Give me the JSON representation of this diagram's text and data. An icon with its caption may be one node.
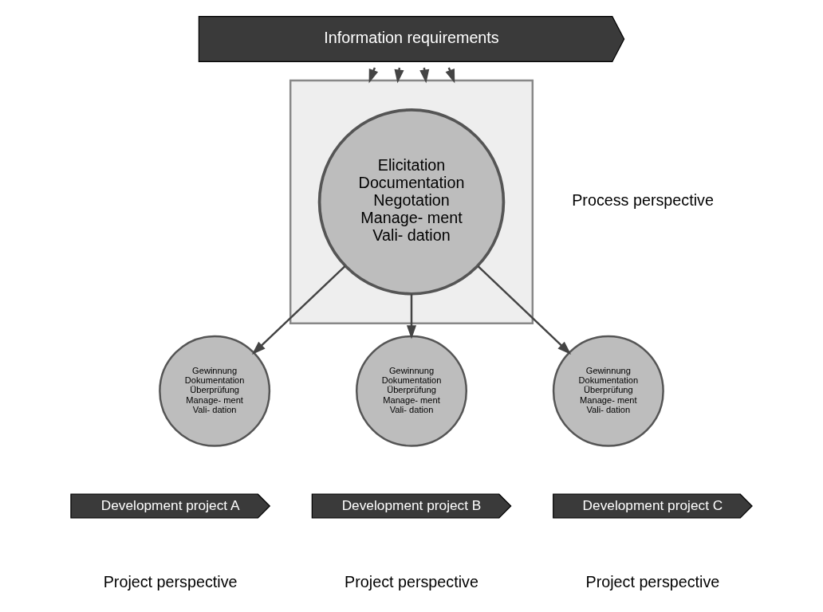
{
  "diagram": {
    "nodes": [
      {
        "text": [
          "Information requirements"
        ]
      },
      {
        "text": [],
        "shape": "chevron"
      },
      {
        "text": [
          "Elicitation",
          "Documentation",
          "Negotation",
          "Manage- ment",
          "Vali- dation"
        ],
        "in": 1
      },
      {
        "text": [
          "Gewinnung",
          "Dokumentation",
          "Überprüfung",
          "Manage- ment",
          "Vali- dation"
        ]
      },
      {
        "text": [
          "Development project A"
        ]
      },
      {
        "text": [
          "Gewinnung",
          "Dokumentation",
          "Überprüfung",
          "Manage- ment",
          "Vali- dation"
        ]
      },
      {
        "text": [
          "Development project B"
        ]
      },
      {
        "text": [
          "Gewinnung",
          "Dokumentation",
          "Überprüfung",
          "Manage- ment",
          "Vali- dation"
        ]
      },
      {
        "text": [
          "Development project C"
        ]
      }
    ],
    "edges": [
      {
        "from": 0,
        "to": 1,
        "arrow": "to"
      },
      {
        "from": 0,
        "to": 1,
        "arrow": "to"
      },
      {
        "from": 0,
        "to": 1,
        "arrow": "to"
      },
      {
        "from": 0,
        "to": 1,
        "arrow": "to"
      },
      {
        "from": 2,
        "to": 3,
        "arrow": "to"
      },
      {
        "from": 2,
        "to": 5,
        "arrow": "to"
      },
      {
        "from": 2,
        "to": 7,
        "arrow": "to"
      }
    ],
    "labels": [
      "Process perspective",
      "Project perspective",
      "Project perspective",
      "Project perspective"
    ]
  }
}
